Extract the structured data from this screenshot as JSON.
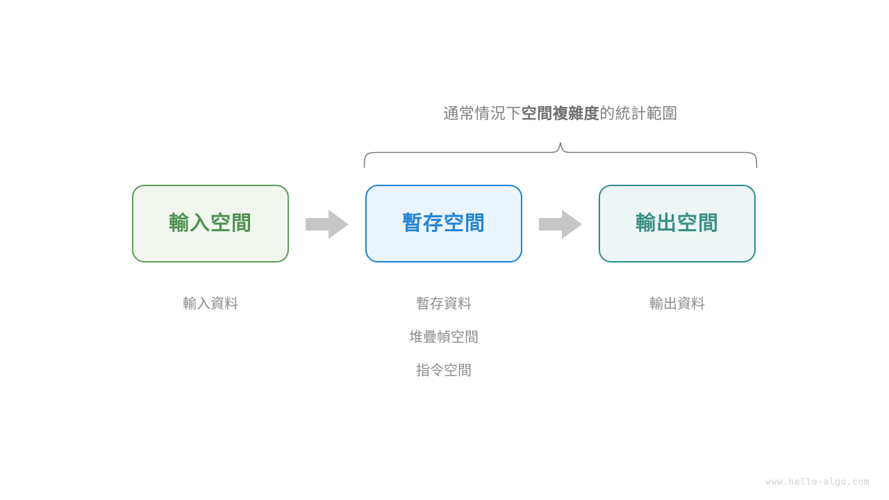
{
  "diagram": {
    "title_prefix": "通常情況下",
    "title_strong": "空間複雜度",
    "title_suffix": "的統計範圍",
    "brace_color": "#808080",
    "arrow_color": "#c6c6c6",
    "boxes": [
      {
        "id": "input",
        "label": "輸入空間",
        "border_color": "#5a9c58",
        "fill_color": "#f1f7ef",
        "text_color": "#4e9150",
        "captions": [
          "輸入資料"
        ]
      },
      {
        "id": "temp",
        "label": "暫存空間",
        "border_color": "#1d80d4",
        "fill_color": "#e9f4fd",
        "text_color": "#2484d2",
        "captions": [
          "暫存資料",
          "堆疊幀空間",
          "指令空間"
        ]
      },
      {
        "id": "output",
        "label": "輸出空間",
        "border_color": "#2d8b89",
        "fill_color": "#edf6f4",
        "text_color": "#3b8f84",
        "captions": [
          "輸出資料"
        ]
      }
    ],
    "arrows": [
      "arrow-right-1",
      "arrow-right-2"
    ],
    "watermark": "www.hello-algo.com"
  }
}
